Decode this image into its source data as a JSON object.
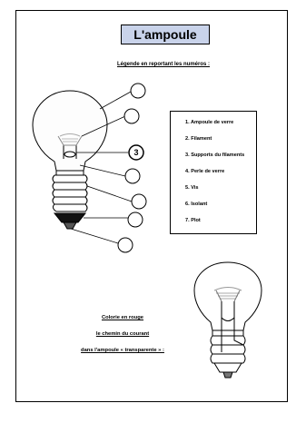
{
  "title": "L'ampoule",
  "subtitle": "Légende en reportant les numéros :",
  "legend": {
    "items": [
      "1. Ampoule de verre",
      "2. Filament",
      "3. Supports du filaments",
      "4. Perle de verre",
      "5. Vis",
      "6. Isolant",
      "7. Plot"
    ]
  },
  "callout_filled": "3",
  "instructions": {
    "line1": "Colorie en rouge",
    "line2": "le chemin du courant",
    "line3": "dans l'ampoule « transparente » :"
  }
}
